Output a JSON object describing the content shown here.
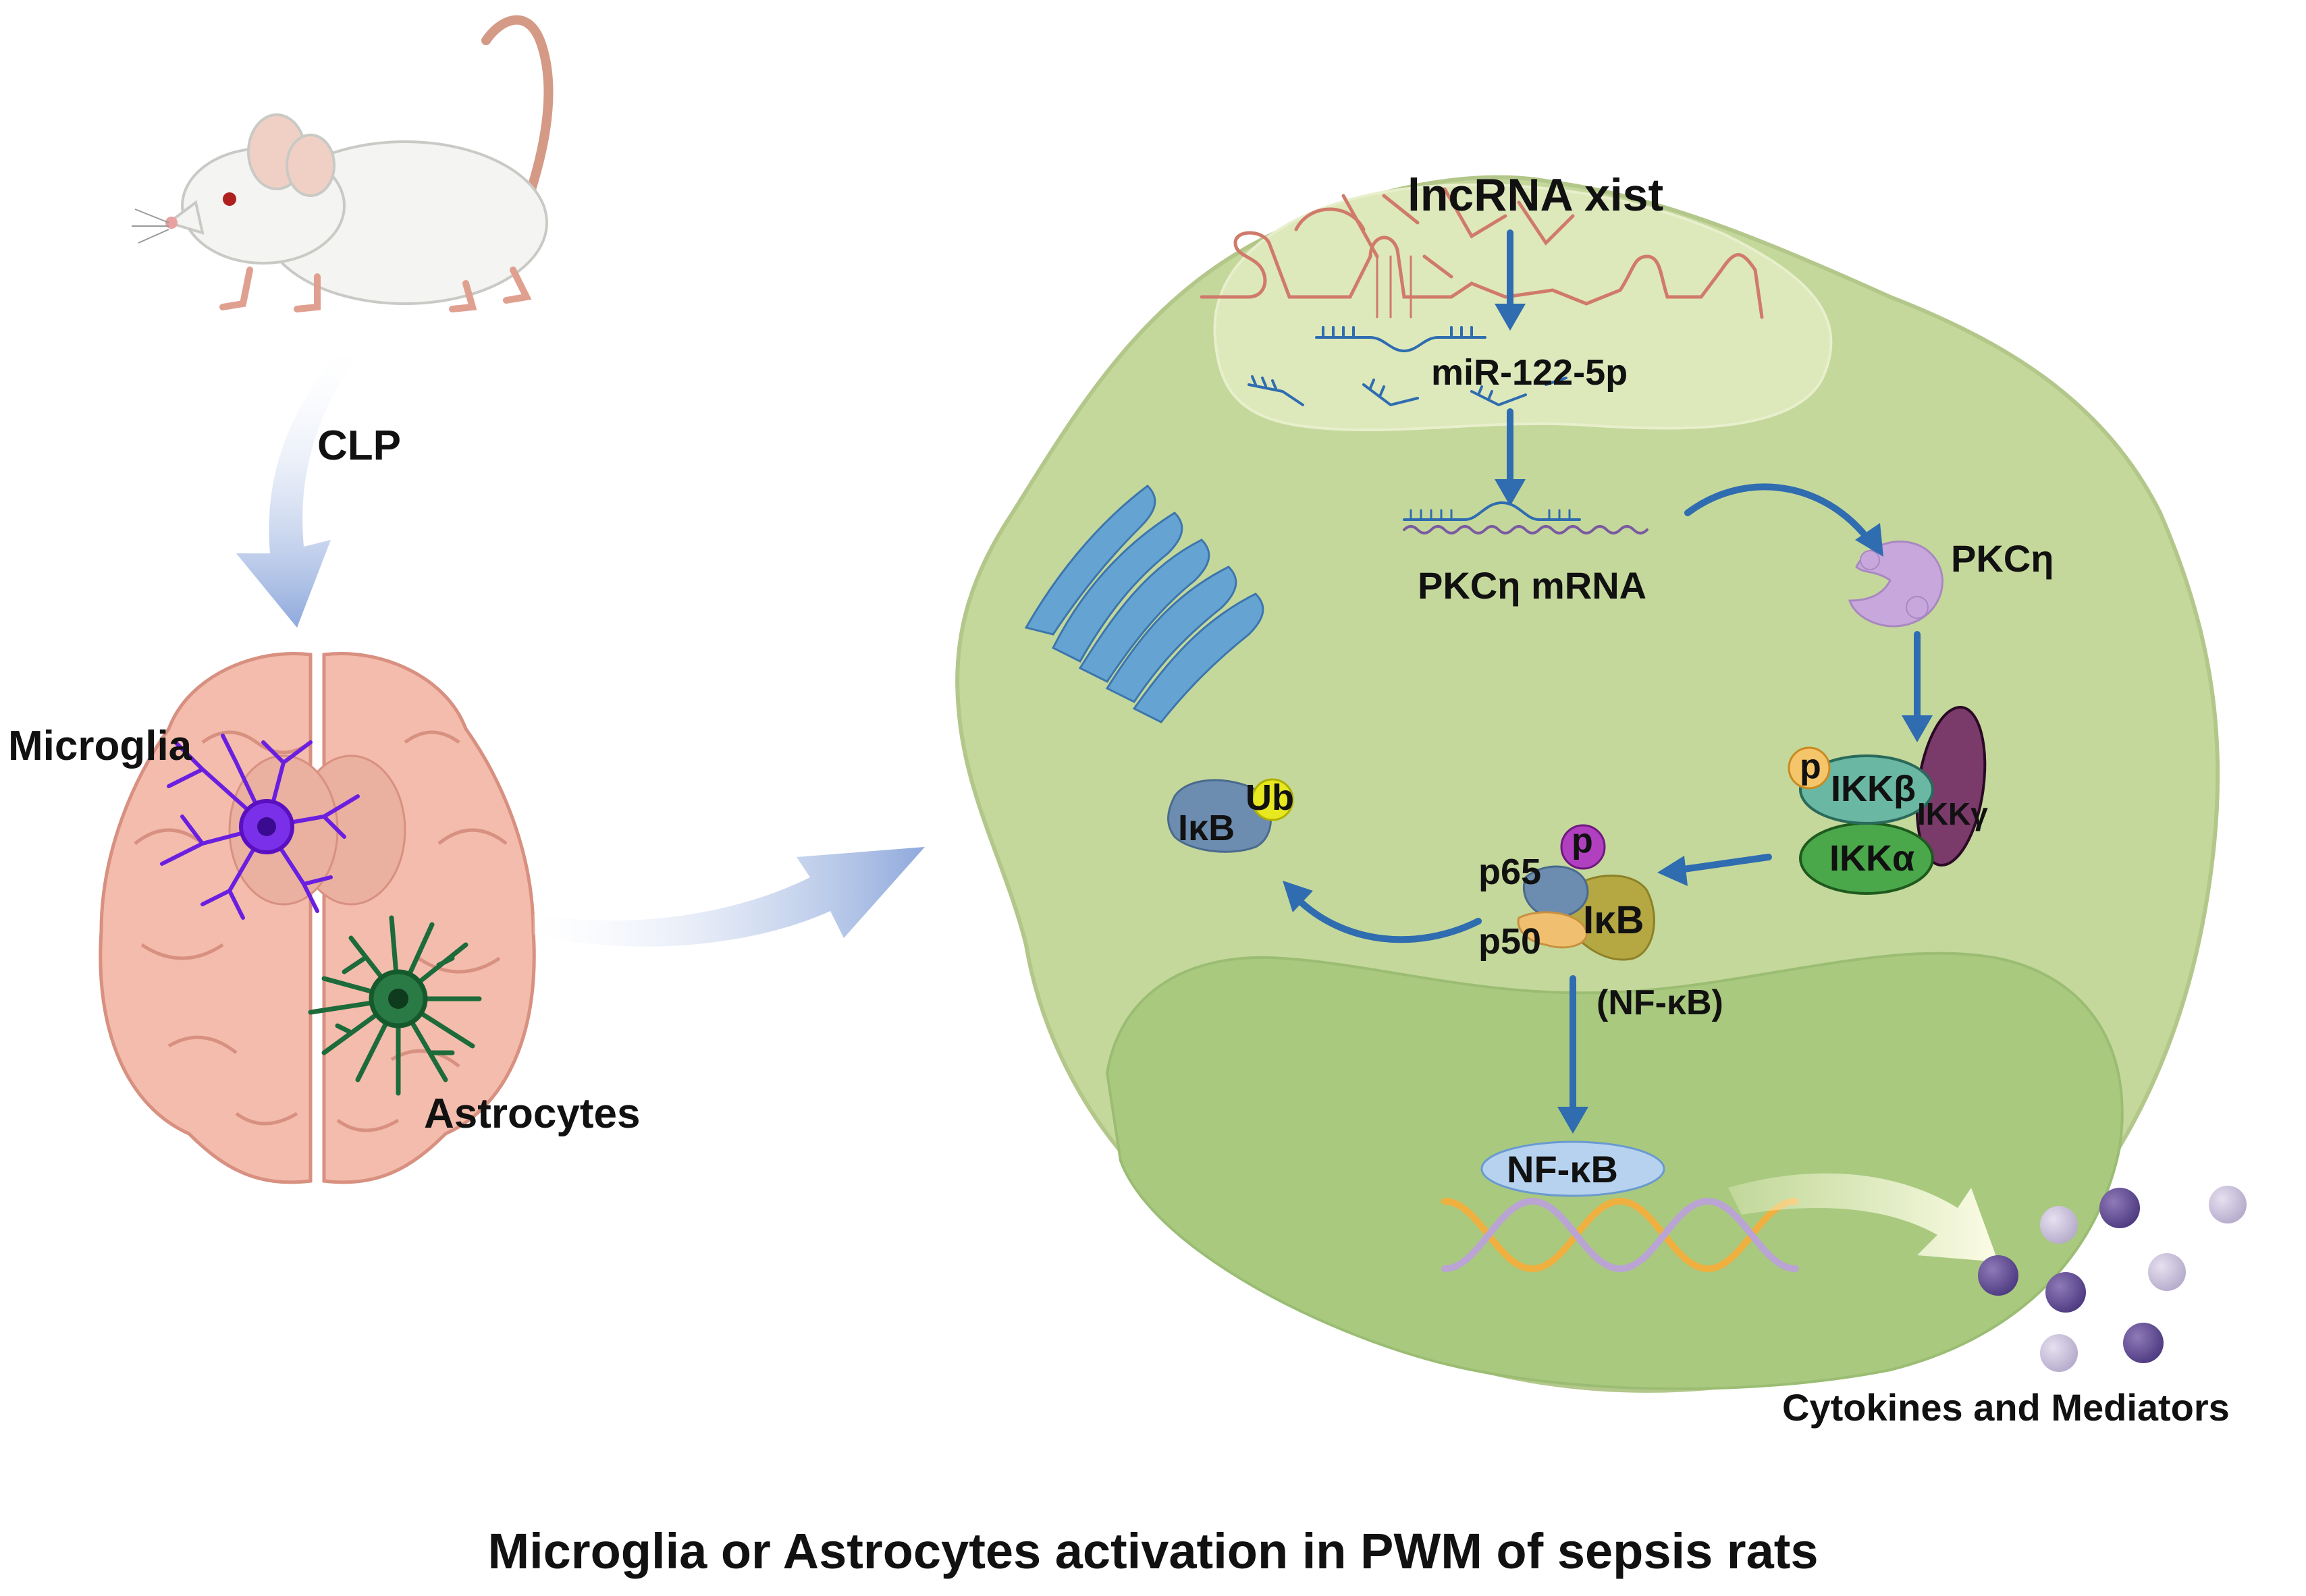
{
  "left_panel": {
    "procedure_label": "CLP",
    "microglia_label": "Microglia",
    "astrocytes_label": "Astrocytes"
  },
  "pathway": {
    "lncrna_label": "lncRNA xist",
    "mirna_label": "miR-122-5p",
    "mrna_label": "PKCη mRNA",
    "pkc_label": "PKCη",
    "phospho_label_ikk": "p",
    "ikkb_label": "IKKβ",
    "ikka_label": "IKKα",
    "ikkg_label": "IKKγ",
    "p65_label": "p65",
    "phospho_label_p65": "p",
    "p50_label": "p50",
    "ikb_complex_label": "IκB",
    "ub_label": "Ub",
    "ikb_free_label": "IκB",
    "nfkb_paren_label": "(NF-κB)",
    "nfkb_label": "NF-κB",
    "cytokines_label": "Cytokines and Mediators"
  },
  "figure_title": "Microglia or Astrocytes activation in PWM of sepsis rats",
  "colors": {
    "cell": "#c5d89b",
    "nucleus": "#a9c97f",
    "arrow_blue": "#2f6cb0",
    "flow_arrow": "#8fa9dc",
    "microglia": "#6a1fe0",
    "astrocyte": "#1d6b3a",
    "brain": "#f3bcac",
    "rna": "#d07a6a"
  }
}
